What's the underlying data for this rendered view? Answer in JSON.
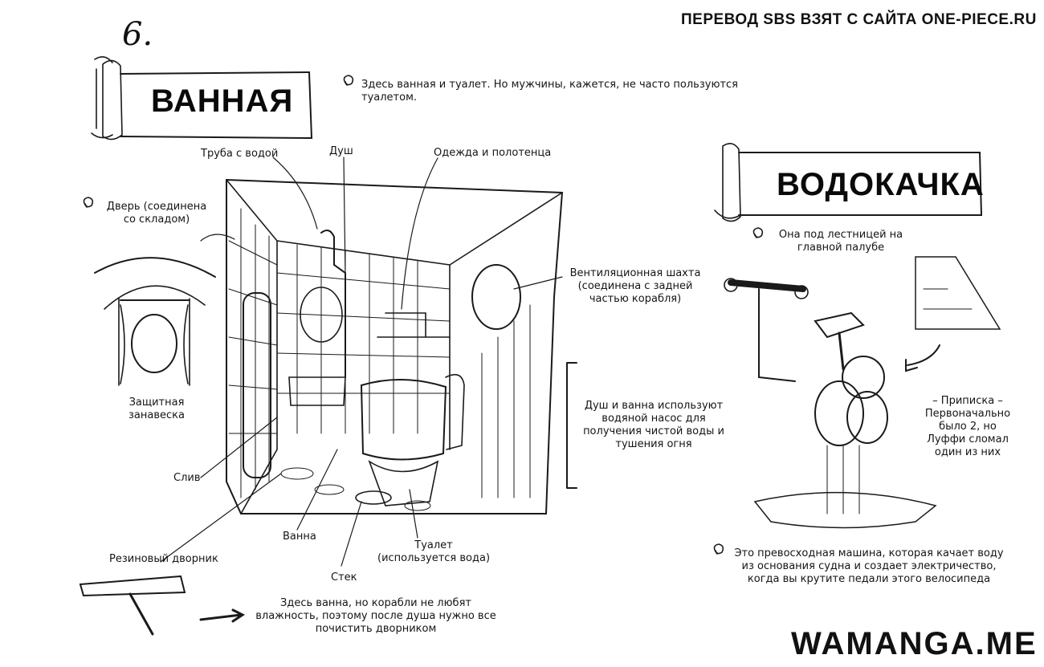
{
  "header": {
    "page_number": "6.",
    "credit": "ПЕРЕВОД SBS ВЗЯТ С САЙТА ONE-PIECE.RU"
  },
  "bath_section": {
    "title": "ВАННАЯ",
    "intro": "Здесь ванная и туалет. Но мужчины, кажется, не часто пользуются туалетом.",
    "labels": {
      "water_pipe": "Труба с водой",
      "shower": "Душ",
      "clothes_towels": "Одежда и полотенца",
      "door": "Дверь (соединена со складом)",
      "vent_shaft": "Вентиляционная шахта (соединена с задней частью корабля)",
      "curtain": "Защитная занавеска",
      "drain": "Слив",
      "bathtub": "Ванна",
      "wiper": "Резиновый дворник",
      "toilet": "Туалет (используется вода)",
      "flow": "Стек"
    },
    "footnote": "Здесь ванна, но корабли не любят влажность, поэтому после душа нужно все почистить дворником",
    "box_text": "Душ и ванна используют водяной насос для получения чистой воды и тушения огня"
  },
  "pump_section": {
    "title": "ВОДОКАЧКА",
    "location": "Она под лестницей на главной палубе",
    "note": "– Приписка – Первоначально было 2, но Луффи сломал один из них",
    "description": "Это превосходная машина, которая качает воду из основания судна и создает электричество, когда вы крутите педали этого велосипеда"
  },
  "watermark": "WAMANGA.ME"
}
